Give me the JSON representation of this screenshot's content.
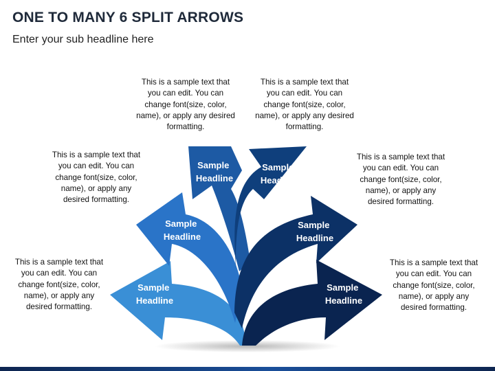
{
  "title": "ONE TO MANY 6 SPLIT ARROWS",
  "subtitle": "Enter your sub headline here",
  "arrows": [
    {
      "headline_line1": "Sample",
      "headline_line2": "Headline",
      "color": "#3a8fd6",
      "description": "This is a sample text that you can edit. You can change font(size, color, name), or apply any desired formatting."
    },
    {
      "headline_line1": "Sample",
      "headline_line2": "Headline",
      "color": "#2a74c8",
      "description": "This is a sample text that you can edit. You can change font(size, color, name), or apply any desired formatting."
    },
    {
      "headline_line1": "Sample",
      "headline_line2": "Headline",
      "color": "#1d5aa4",
      "description": "This is a sample text that you can edit. You can change font(size, color, name), or apply any desired formatting."
    },
    {
      "headline_line1": "Sample",
      "headline_line2": "Headline",
      "color": "#0f3f7c",
      "description": "This is a sample text that you can edit. You can change font(size, color, name), or apply any desired formatting."
    },
    {
      "headline_line1": "Sample",
      "headline_line2": "Headline",
      "color": "#0c3166",
      "description": "This is a sample text that you can edit. You can change font(size, color, name), or apply any desired formatting."
    },
    {
      "headline_line1": "Sample",
      "headline_line2": "Headline",
      "color": "#0a2450",
      "description": "This is a sample text that you can edit. You can change font(size, color, name), or apply any desired formatting."
    }
  ]
}
